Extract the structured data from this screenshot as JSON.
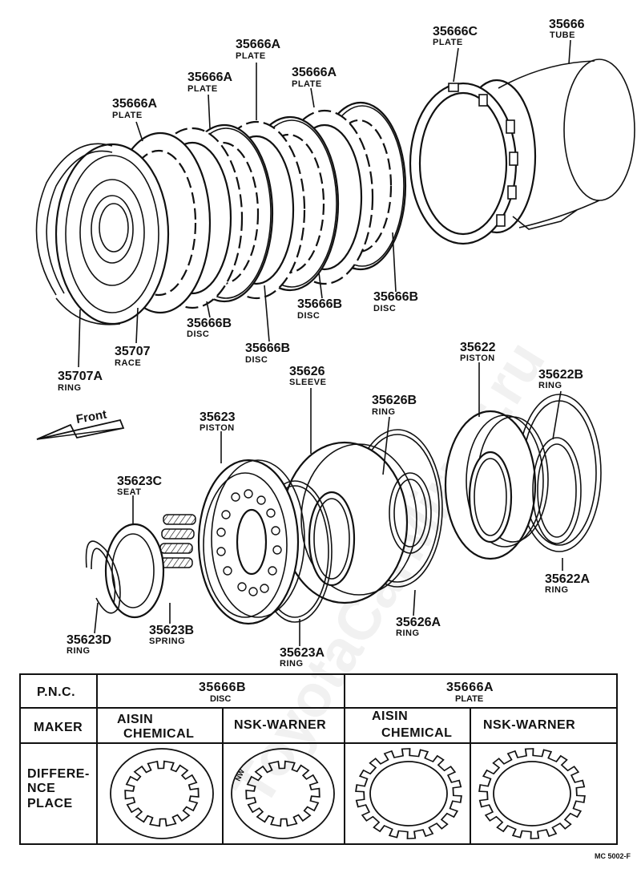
{
  "parts": {
    "p35666_tube": {
      "pnc": "35666",
      "name": "TUBE"
    },
    "p35666c": {
      "pnc": "35666C",
      "name": "PLATE"
    },
    "p35666a_1": {
      "pnc": "35666A",
      "name": "PLATE"
    },
    "p35666a_2": {
      "pnc": "35666A",
      "name": "PLATE"
    },
    "p35666a_3": {
      "pnc": "35666A",
      "name": "PLATE"
    },
    "p35666a_4": {
      "pnc": "35666A",
      "name": "PLATE"
    },
    "p35666b_1": {
      "pnc": "35666B",
      "name": "DISC"
    },
    "p35666b_2": {
      "pnc": "35666B",
      "name": "DISC"
    },
    "p35666b_3": {
      "pnc": "35666B",
      "name": "DISC"
    },
    "p35666b_4": {
      "pnc": "35666B",
      "name": "DISC"
    },
    "p35707": {
      "pnc": "35707",
      "name": "RACE"
    },
    "p35707a": {
      "pnc": "35707A",
      "name": "RING"
    },
    "p35622": {
      "pnc": "35622",
      "name": "PISTON"
    },
    "p35622b": {
      "pnc": "35622B",
      "name": "RING"
    },
    "p35622a": {
      "pnc": "35622A",
      "name": "RING"
    },
    "p35626": {
      "pnc": "35626",
      "name": "SLEEVE"
    },
    "p35626b": {
      "pnc": "35626B",
      "name": "RING"
    },
    "p35626a": {
      "pnc": "35626A",
      "name": "RING"
    },
    "p35623": {
      "pnc": "35623",
      "name": "PISTON"
    },
    "p35623c": {
      "pnc": "35623C",
      "name": "SEAT"
    },
    "p35623b": {
      "pnc": "35623B",
      "name": "SPRING"
    },
    "p35623d": {
      "pnc": "35623D",
      "name": "RING"
    },
    "p35623a": {
      "pnc": "35623A",
      "name": "RING"
    }
  },
  "front_label": "Front",
  "table": {
    "pnc_header": "P.N.C.",
    "maker_header": "MAKER",
    "diff_header_lines": [
      "DIFFERE-",
      "NCE",
      "PLACE"
    ],
    "group_disc": {
      "pnc": "35666B",
      "name": "DISC"
    },
    "group_plate": {
      "pnc": "35666A",
      "name": "PLATE"
    },
    "makers": [
      {
        "lines": [
          "AISIN",
          "CHEMICAL"
        ]
      },
      {
        "lines": [
          "NSK-WARNER"
        ]
      },
      {
        "lines": [
          "AISIN",
          "CHEMICAL"
        ]
      },
      {
        "lines": [
          "NSK-WARNER"
        ]
      }
    ],
    "nw_mark": "NW"
  },
  "watermark": "ToyotaCarMirror.ru",
  "figure_code": "MC 5002-F"
}
